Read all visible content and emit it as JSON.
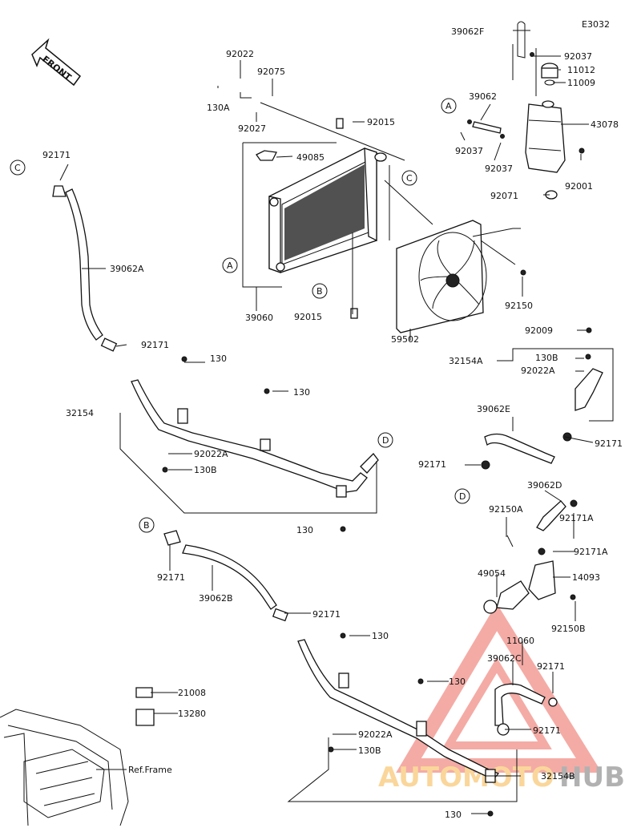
{
  "diagram_code": "E3032",
  "front_label": "FRONT",
  "ref_frame_label": "Ref.Frame",
  "connectors": {
    "a": "A",
    "b": "B",
    "c": "C",
    "d": "D"
  },
  "labels": {
    "p39062F": "39062F",
    "p92037_top": "92037",
    "p11012": "11012",
    "p11009": "11009",
    "p92022_top": "92022",
    "p92075": "92075",
    "p130A": "130A",
    "p92027": "92027",
    "p92015_top": "92015",
    "p49085": "49085",
    "p39062": "39062",
    "p43078": "43078",
    "p92037_left": "92037",
    "p92037_mid": "92037",
    "p92001": "92001",
    "p92071": "92071",
    "p92171_c": "92171",
    "p39062A": "39062A",
    "p39060": "39060",
    "p92015_bot": "92015",
    "p92150": "92150",
    "p59502": "59502",
    "p92009": "92009",
    "p32154A": "32154A",
    "p130B_r": "130B",
    "p92022A_r": "92022A",
    "p92171_upper": "92171",
    "p130_upper1": "130",
    "p130_upper2": "130",
    "p32154": "32154",
    "p39062E": "39062E",
    "p92171_e_right": "92171",
    "p92022A_l": "92022A",
    "p130B_l": "130B",
    "p92171_d_left": "92171",
    "p39062D": "39062D",
    "p92150A": "92150A",
    "p92171A_1": "92171A",
    "p92171A_2": "92171A",
    "p130_upper3": "130",
    "p92171_b": "92171",
    "p39062B": "39062B",
    "p49054": "49054",
    "p14093": "14093",
    "p92150B": "92150B",
    "p92171_lower": "92171",
    "p130_lower1": "130",
    "p11060": "11060",
    "p39062C": "39062C",
    "p92171_cright": "92171",
    "p130_lower2": "130",
    "p21008": "21008",
    "p13280": "13280",
    "p92171_cbot": "92171",
    "p92022A_lower": "92022A",
    "p130B_lower": "130B",
    "p32154B": "32154B",
    "p130_lower3": "130"
  },
  "watermark": {
    "text_a": "AUTOMOTO",
    "text_b": "HUB",
    "color_a": "#f5a623",
    "color_b": "#e8463a"
  },
  "colors": {
    "line": "#111111"
  }
}
